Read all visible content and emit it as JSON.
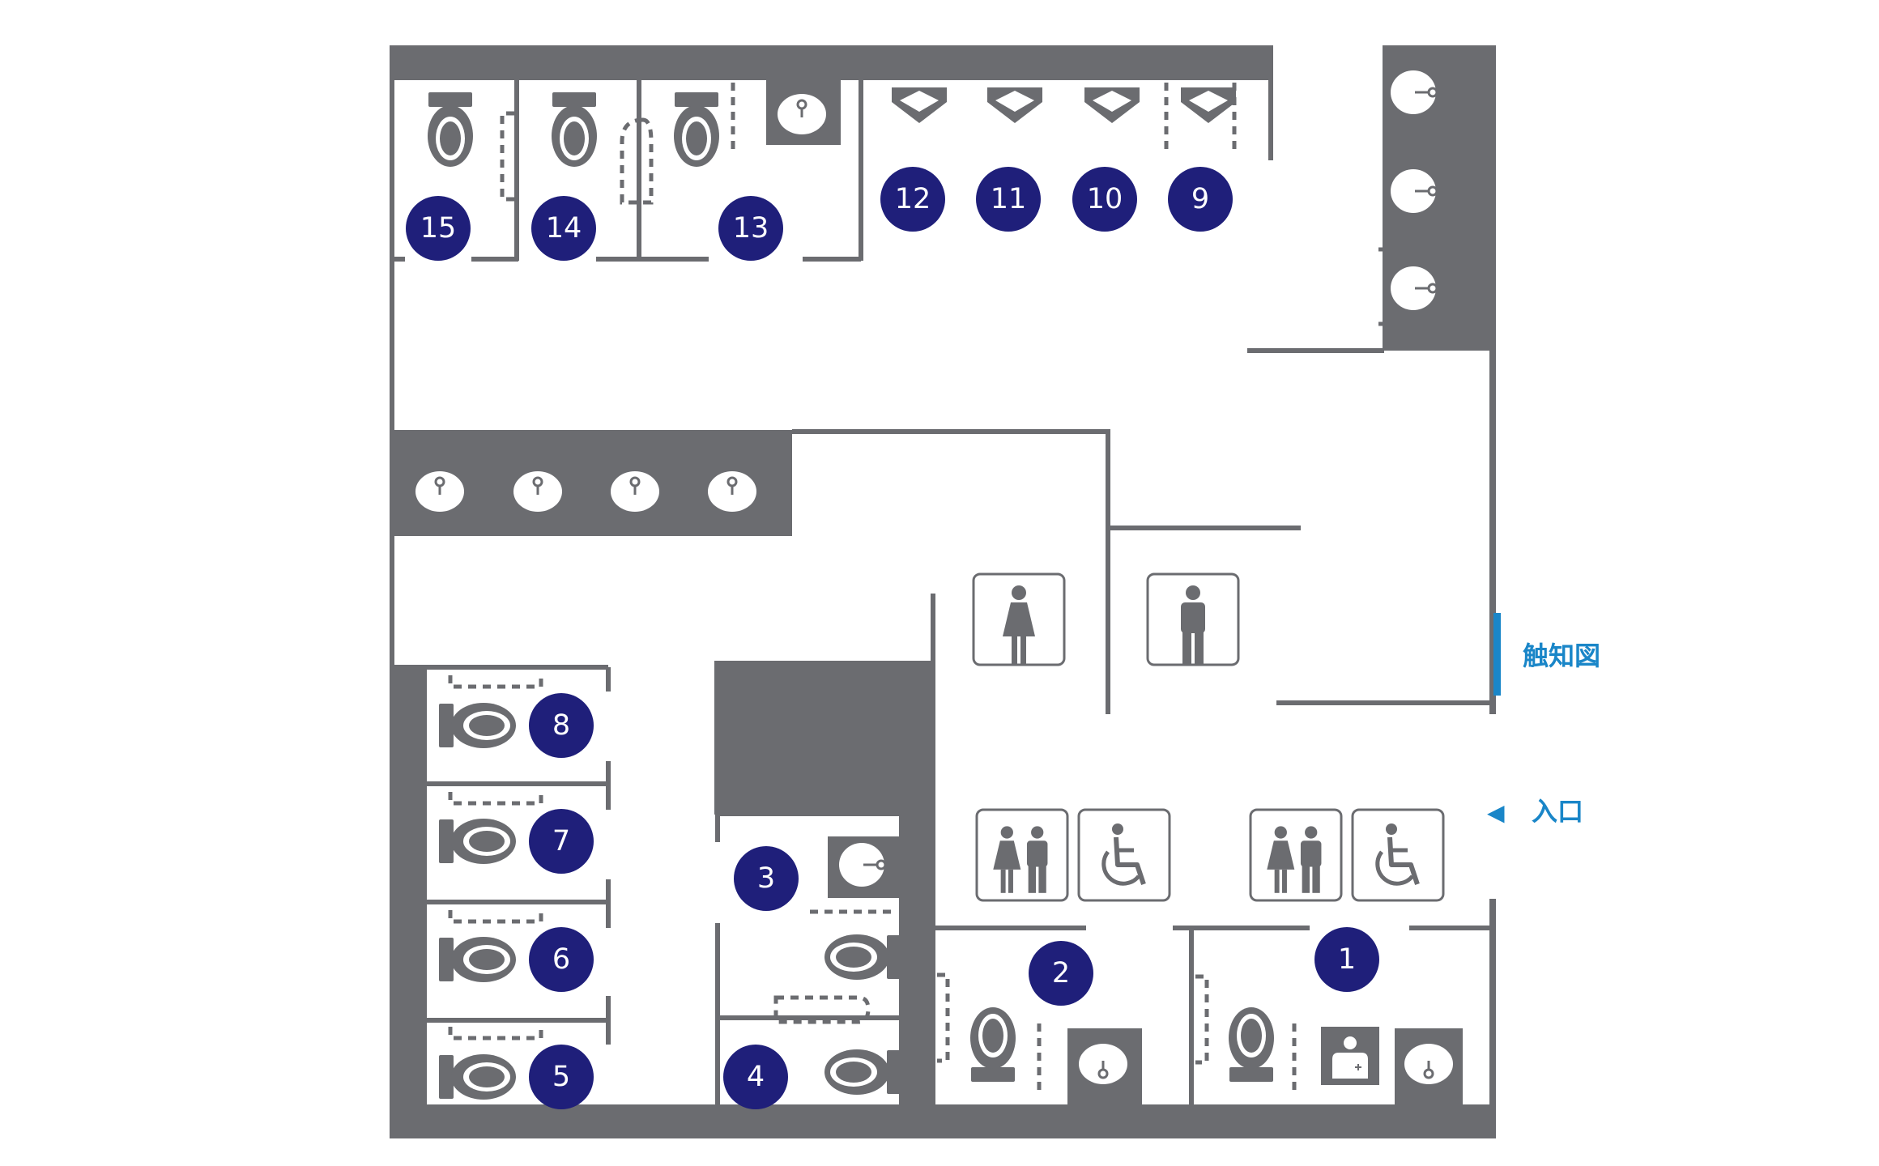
{
  "map": {
    "colors": {
      "wall": "#6b6c70",
      "line": "#6b6c70",
      "floor": "#ffffff",
      "fixture": "#6b6c70",
      "badge": "#1f1f7a",
      "badge_text": "#ffffff",
      "accent": "#1a86c8",
      "sign_border": "#6b6c70"
    },
    "labels": {
      "tactile_map": "触知図",
      "entrance": "入口",
      "entrance_arrow": "◀"
    },
    "stalls": [
      {
        "number": "1"
      },
      {
        "number": "2"
      },
      {
        "number": "3"
      },
      {
        "number": "4"
      },
      {
        "number": "5"
      },
      {
        "number": "6"
      },
      {
        "number": "7"
      },
      {
        "number": "8"
      },
      {
        "number": "9"
      },
      {
        "number": "10"
      },
      {
        "number": "11"
      },
      {
        "number": "12"
      },
      {
        "number": "13"
      },
      {
        "number": "14"
      },
      {
        "number": "15"
      }
    ],
    "signs": [
      {
        "icon": "female-restroom-icon"
      },
      {
        "icon": "male-restroom-icon"
      },
      {
        "icon": "all-gender-restroom-icon"
      },
      {
        "icon": "wheelchair-accessible-icon"
      },
      {
        "icon": "all-gender-restroom-icon"
      },
      {
        "icon": "wheelchair-accessible-icon"
      }
    ]
  }
}
